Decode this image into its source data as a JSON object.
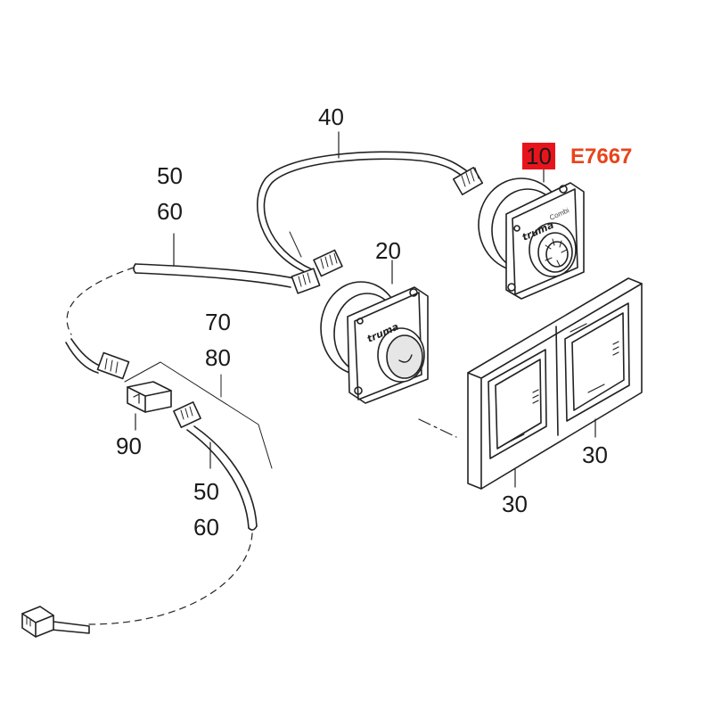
{
  "colors": {
    "highlight": "#e8141c",
    "code_text": "#e8441c",
    "line": "#222222"
  },
  "labels": {
    "p40": "40",
    "p50a": "50",
    "p60a": "60",
    "p20": "20",
    "p10": "10",
    "code": "E7667",
    "p70": "70",
    "p80": "80",
    "p90": "90",
    "p50b": "50",
    "p60b": "60",
    "p30a": "30",
    "p30b": "30"
  },
  "device_text": {
    "brand": "truma",
    "model": "Combi"
  }
}
